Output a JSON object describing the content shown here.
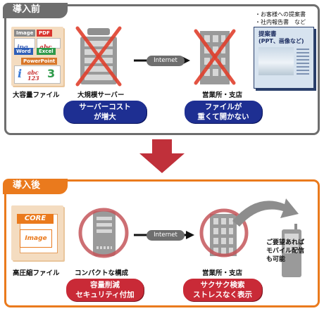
{
  "before": {
    "tab": "導入前",
    "files_label": "大容量ファイル",
    "server_label": "大規模サーバー",
    "branch_label": "営業所・支店",
    "internet": "Internet",
    "pill_server": [
      "サーバーコスト",
      "が増大"
    ],
    "pill_branch": [
      "ファイルが",
      "重くて開かない"
    ],
    "notes": [
      "・お客様への提案書",
      "・社内報告書　など"
    ],
    "doc_title": [
      "提案書",
      "(PPT、画像など)"
    ],
    "file_chips": {
      "image": "Image",
      "pdf": "PDF",
      "jpg": "jpg",
      "abc": "abc",
      "word": "Word",
      "excel": "Excel",
      "powerpoint": "PowerPoint",
      "i": "i",
      "abc123": "abc 123",
      "three": "3"
    }
  },
  "after": {
    "tab": "導入後",
    "files_label": "高圧縮ファイル",
    "server_label": "コンパクトな構成",
    "branch_label": "営業所・支店",
    "internet": "Internet",
    "pill_server": [
      "容量削減",
      "セキュリティ付加"
    ],
    "pill_branch": [
      "サクサク検索",
      "ストレスなく表示"
    ],
    "mobile_note": [
      "ご要望あれば",
      "モバイル配信",
      "も可能"
    ],
    "core_label": "CORE",
    "image_label": "Image"
  },
  "colors": {
    "before_border": "#6e6e6e",
    "after_border": "#ea7a1d",
    "pill_blue": "#1e2f92",
    "pill_red": "#c92a37",
    "cross": "#e0412e",
    "prohibit": "#c4565a",
    "down_arrow": "#c0303a"
  }
}
